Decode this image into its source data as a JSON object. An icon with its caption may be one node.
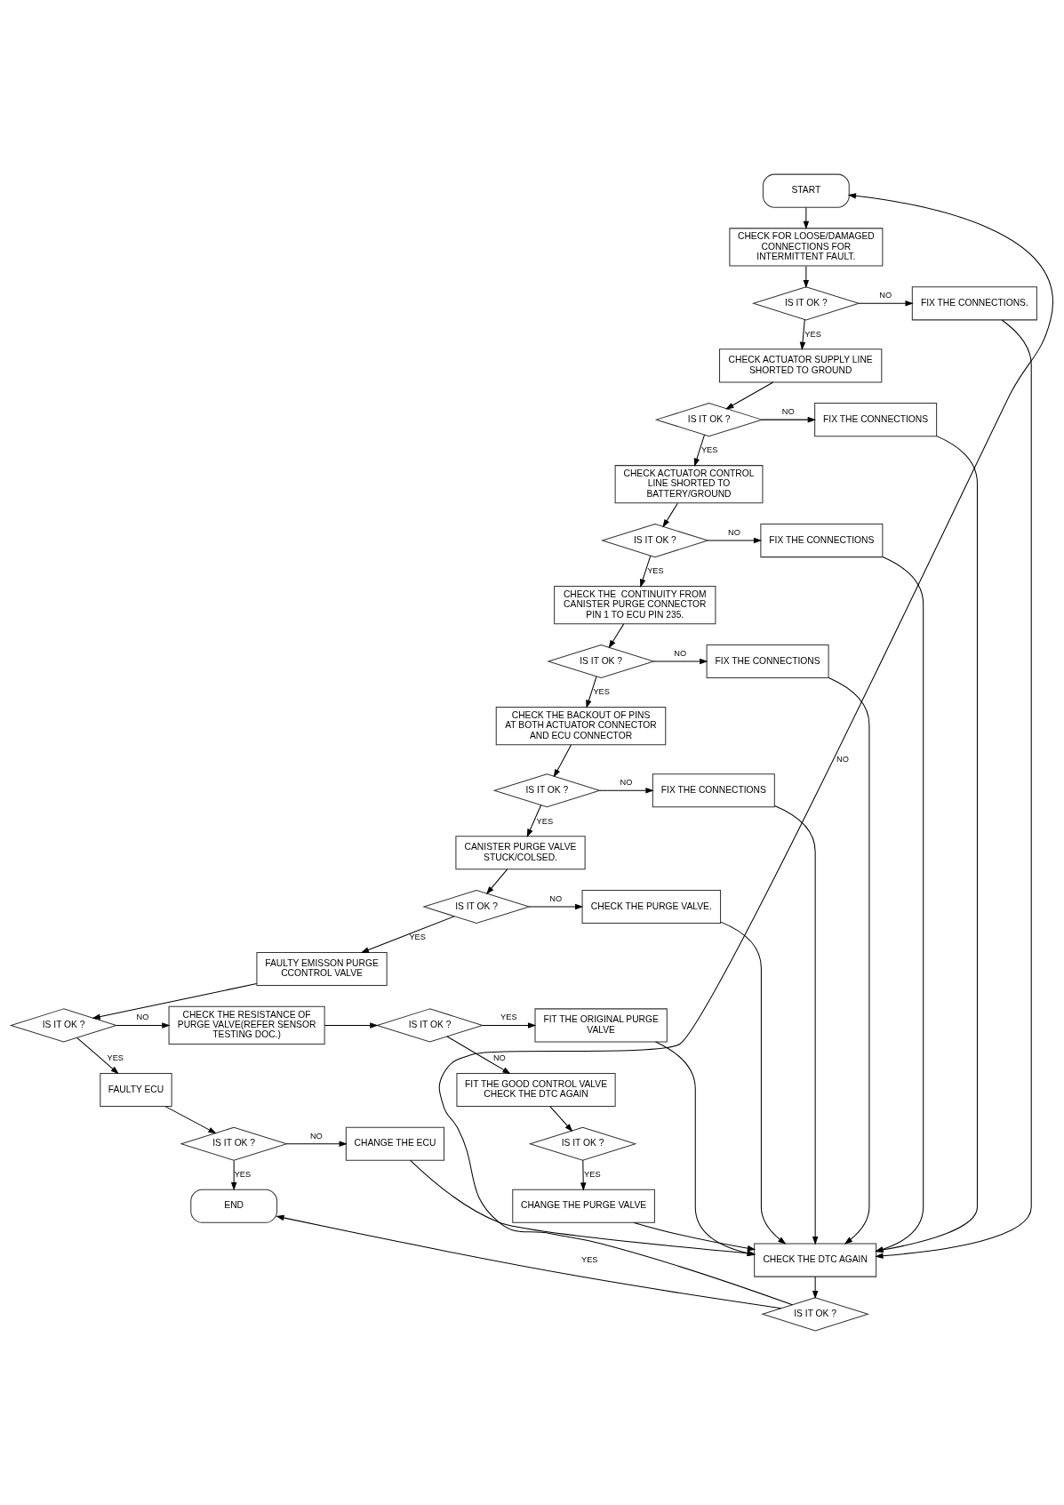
{
  "diagram": {
    "nodes": [
      {
        "text": [
          "START"
        ]
      },
      {
        "text": [
          "CHECK FOR LOOSE/DAMAGED CONNECTIONS FOR INTERMITTENT FAULT."
        ]
      },
      {
        "text": [
          "IS IT OK ?"
        ]
      },
      {
        "text": [
          "FIX THE CONNECTIONS."
        ]
      },
      {
        "text": [
          "CHECK ACTUATOR SUPPLY LINE SHORTED TO GROUND"
        ]
      },
      {
        "text": [
          "IS IT OK ?"
        ]
      },
      {
        "text": [
          "FIX THE CONNECTIONS"
        ]
      },
      {
        "text": [
          "CHECK ACTUATOR CONTROL LINE SHORTED TO BATTERY/GROUND"
        ]
      },
      {
        "text": [
          "IS IT OK ?"
        ]
      },
      {
        "text": [
          "FIX THE CONNECTIONS"
        ]
      },
      {
        "text": [
          "CHECK THE  CONTINUITY FROM CANISTER PURGE CONNECTOR PIN 1 TO ECU PIN 235."
        ]
      },
      {
        "text": [
          "IS IT OK ?"
        ]
      },
      {
        "text": [
          "FIX THE CONNECTIONS"
        ]
      },
      {
        "text": [
          "CHECK THE BACKOUT OF PINS AT BOTH ACTUATOR CONNECTOR AND ECU CONNECTOR"
        ]
      },
      {
        "text": [
          "IS IT OK ?"
        ]
      },
      {
        "text": [
          "FIX THE CONNECTIONS"
        ]
      },
      {
        "text": [
          "CANISTER PURGE VALVE STUCK/COLSED."
        ]
      },
      {
        "text": [
          "IS IT OK ?"
        ]
      },
      {
        "text": [
          "CHECK THE PURGE VALVE."
        ]
      },
      {
        "text": [
          "FAULTY EMISSON PURGE CCONTROL VALVE"
        ]
      },
      {
        "text": [
          "IS IT OK ?"
        ]
      },
      {
        "text": [
          "CHECK THE RESISTANCE OF PURGE VALVE(REFER SENSOR TESTING DOC.)"
        ]
      },
      {
        "text": [
          "IS IT OK ?"
        ]
      },
      {
        "text": [
          "FIT THE ORIGINAL PURGE VALVE"
        ]
      },
      {
        "text": [
          "FIT THE GOOD CONTROL VALVE CHECK THE DTC AGAIN"
        ]
      },
      {
        "text": [
          "IS IT OK ?"
        ]
      },
      {
        "text": [
          "CHANGE THE PURGE VALVE"
        ]
      },
      {
        "text": [
          "FAULTY ECU"
        ]
      },
      {
        "text": [
          "IS IT OK ?"
        ]
      },
      {
        "text": [
          "CHANGE THE ECU"
        ]
      },
      {
        "text": [
          "END"
        ]
      },
      {
        "text": [
          "CHECK THE DTC AGAIN"
        ]
      },
      {
        "text": [
          "IS IT OK ?"
        ]
      }
    ],
    "edges": [
      {
        "from": 0,
        "to": 1,
        "arrow": "to"
      },
      {
        "from": 1,
        "to": 2,
        "arrow": "to"
      },
      {
        "from": 2,
        "to": 3,
        "arrow": "to",
        "label": "NO"
      },
      {
        "from": 2,
        "to": 4,
        "arrow": "to",
        "label": "YES"
      },
      {
        "from": 4,
        "to": 5,
        "arrow": "to"
      },
      {
        "from": 5,
        "to": 6,
        "arrow": "to",
        "label": "NO"
      },
      {
        "from": 5,
        "to": 7,
        "arrow": "to",
        "label": "YES"
      },
      {
        "from": 7,
        "to": 8,
        "arrow": "to"
      },
      {
        "from": 8,
        "to": 9,
        "arrow": "to",
        "label": "NO"
      },
      {
        "from": 8,
        "to": 10,
        "arrow": "to",
        "label": "YES"
      },
      {
        "from": 10,
        "to": 11,
        "arrow": "to"
      },
      {
        "from": 11,
        "to": 12,
        "arrow": "to",
        "label": "NO"
      },
      {
        "from": 11,
        "to": 13,
        "arrow": "to",
        "label": "YES"
      },
      {
        "from": 13,
        "to": 14,
        "arrow": "to"
      },
      {
        "from": 14,
        "to": 15,
        "arrow": "to",
        "label": "NO"
      },
      {
        "from": 14,
        "to": 16,
        "arrow": "to",
        "label": "YES"
      },
      {
        "from": 16,
        "to": 17,
        "arrow": "to"
      },
      {
        "from": 17,
        "to": 18,
        "arrow": "to",
        "label": "NO"
      },
      {
        "from": 17,
        "to": 19,
        "arrow": "to",
        "label": "YES"
      },
      {
        "from": 19,
        "to": 20,
        "arrow": "to"
      },
      {
        "from": 20,
        "to": 21,
        "arrow": "to",
        "label": "NO"
      },
      {
        "from": 20,
        "to": 27,
        "arrow": "to",
        "label": "YES"
      },
      {
        "from": 21,
        "to": 22,
        "arrow": "to"
      },
      {
        "from": 22,
        "to": 23,
        "arrow": "to",
        "label": "YES"
      },
      {
        "from": 22,
        "to": 24,
        "arrow": "to",
        "label": "NO"
      },
      {
        "from": 24,
        "to": 25,
        "arrow": "to"
      },
      {
        "from": 25,
        "to": 26,
        "arrow": "to",
        "label": "YES"
      },
      {
        "from": 27,
        "to": 28,
        "arrow": "to"
      },
      {
        "from": 28,
        "to": 29,
        "arrow": "to",
        "label": "NO"
      },
      {
        "from": 28,
        "to": 30,
        "arrow": "to",
        "label": "YES"
      },
      {
        "from": 3,
        "to": 31,
        "arrow": "to"
      },
      {
        "from": 6,
        "to": 31,
        "arrow": "to"
      },
      {
        "from": 9,
        "to": 31,
        "arrow": "to"
      },
      {
        "from": 12,
        "to": 31,
        "arrow": "to"
      },
      {
        "from": 15,
        "to": 31,
        "arrow": "to"
      },
      {
        "from": 18,
        "to": 31,
        "arrow": "to"
      },
      {
        "from": 23,
        "to": 31,
        "arrow": "to"
      },
      {
        "from": 26,
        "to": 31,
        "arrow": "to"
      },
      {
        "from": 29,
        "to": 31,
        "arrow": "to"
      },
      {
        "from": 31,
        "to": 32,
        "arrow": "to"
      },
      {
        "from": 32,
        "to": 0,
        "arrow": "to",
        "label": "NO"
      },
      {
        "from": 32,
        "to": 30,
        "arrow": "to",
        "label": "YES"
      }
    ]
  }
}
